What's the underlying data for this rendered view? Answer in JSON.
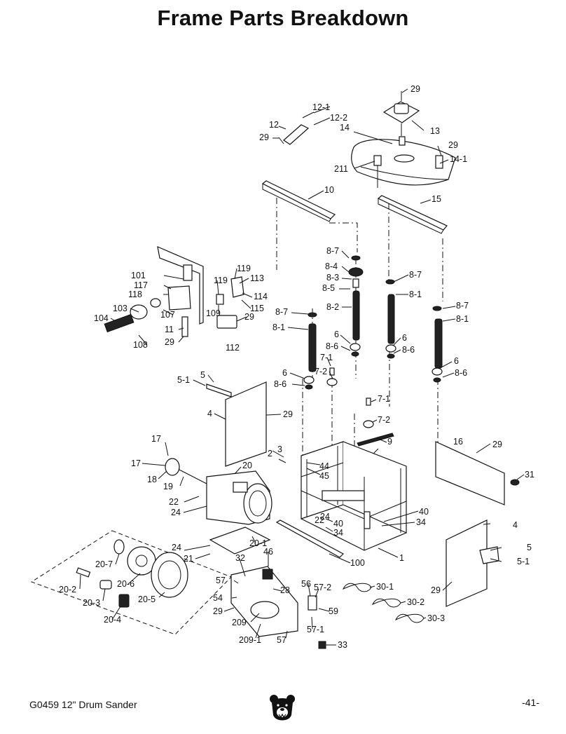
{
  "page": {
    "title": "Frame Parts Breakdown",
    "footer_left": "G0459 12\" Drum Sander",
    "footer_right": "-41-"
  },
  "diagram": {
    "callouts": [
      "29",
      "12-1",
      "12-2",
      "12",
      "14",
      "29",
      "13",
      "29",
      "14-1",
      "211",
      "10",
      "15",
      "8-7",
      "8-4",
      "8-3",
      "8-5",
      "8-2",
      "8-7",
      "8-1",
      "8-7",
      "8-1",
      "8-7",
      "8-1",
      "6",
      "8-6",
      "6",
      "8-6",
      "6",
      "8-6",
      "6",
      "8-6",
      "7-1",
      "7-2",
      "7-1",
      "7-2",
      "101",
      "117",
      "118",
      "119",
      "119",
      "113",
      "114",
      "115",
      "103",
      "107",
      "109",
      "29",
      "104",
      "11",
      "29",
      "108",
      "112",
      "5-1",
      "5",
      "4",
      "29",
      "17",
      "17",
      "18",
      "19",
      "20",
      "3",
      "2",
      "44",
      "45",
      "9",
      "16",
      "29",
      "31",
      "22",
      "24",
      "22",
      "24",
      "40",
      "34",
      "40",
      "34",
      "4",
      "5",
      "5-1",
      "100",
      "1",
      "20-7",
      "20-6",
      "20-5",
      "20-2",
      "20-3",
      "20-4",
      "24",
      "21",
      "20-1",
      "32",
      "46",
      "57",
      "28",
      "54",
      "29",
      "209",
      "209-1",
      "57",
      "56",
      "57-2",
      "59",
      "57-1",
      "33",
      "30-1",
      "30-2",
      "30-3",
      "29"
    ]
  }
}
